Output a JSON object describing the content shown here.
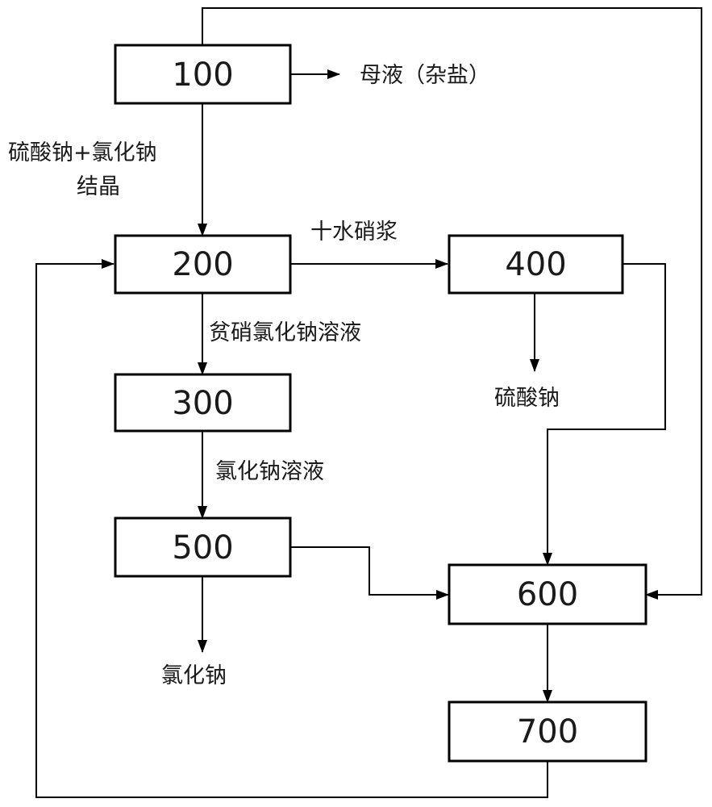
{
  "boxes": {
    "b100": "100",
    "b200": "200",
    "b300": "300",
    "b400": "400",
    "b500": "500",
    "b600": "600",
    "b700": "700"
  },
  "labels": {
    "mother_liquor": "母液（杂盐）",
    "crystal_line1": "硫酸钠+氯化钠",
    "crystal_line2": "结晶",
    "mirabilite_slurry": "十水硝浆",
    "lean_nacl_solution": "贫硝氯化钠溶液",
    "sodium_sulfate": "硫酸钠",
    "nacl_solution": "氯化钠溶液",
    "sodium_chloride": "氯化钠"
  }
}
